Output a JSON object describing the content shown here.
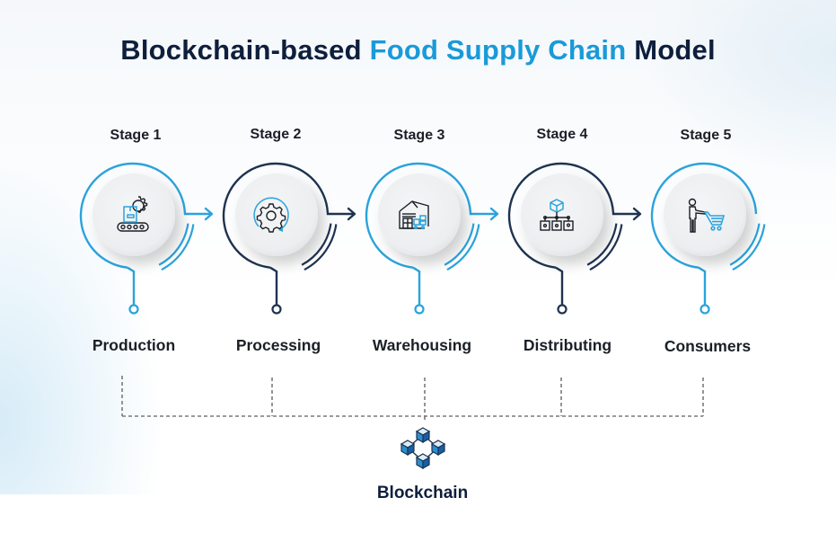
{
  "title": {
    "part1": "Blockchain-based ",
    "part2": "Food Supply Chain",
    "part3": " Model"
  },
  "colors": {
    "navy": "#0d1f3c",
    "accent_blue": "#1a9ad9",
    "ring_blue": "#2aa3dc",
    "ring_navy": "#1f3350",
    "disc": "#eef0f2",
    "dash": "#7a7a7a"
  },
  "stages": [
    {
      "stage": "Stage 1",
      "label": "Production",
      "ring": "blue",
      "icon": "conveyor-gear-icon"
    },
    {
      "stage": "Stage 2",
      "label": "Processing",
      "ring": "navy",
      "icon": "gear-cycle-icon"
    },
    {
      "stage": "Stage 3",
      "label": "Warehousing",
      "ring": "blue",
      "icon": "warehouse-icon"
    },
    {
      "stage": "Stage 4",
      "label": "Distributing",
      "ring": "navy",
      "icon": "distribution-network-icon"
    },
    {
      "stage": "Stage 5",
      "label": "Consumers",
      "ring": "blue",
      "icon": "shopper-cart-icon"
    }
  ],
  "blockchain": {
    "label": "Blockchain",
    "icon": "blockchain-cubes-icon"
  }
}
